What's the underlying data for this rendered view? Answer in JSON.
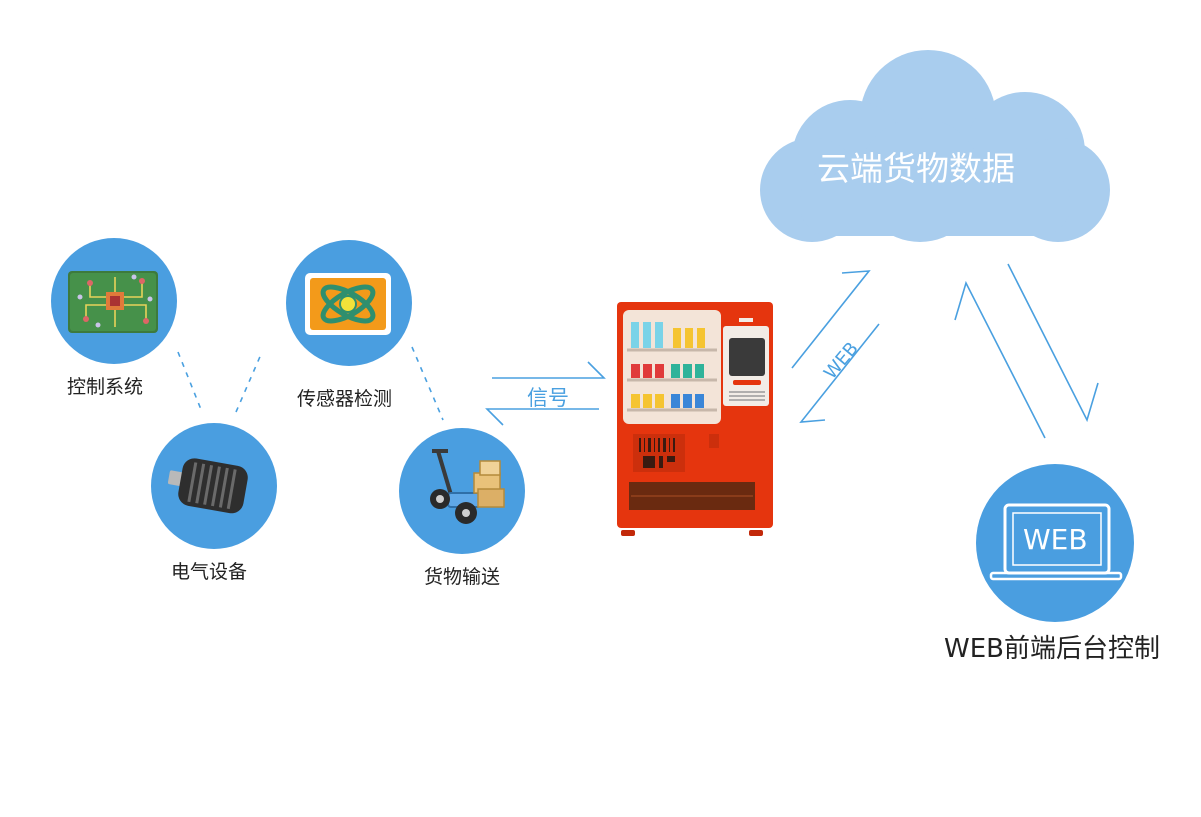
{
  "cloud": {
    "label": "云端货物数据"
  },
  "nodes": {
    "control_system": {
      "label": "控制系统"
    },
    "sensor_detection": {
      "label": "传感器检测"
    },
    "electrical_equipment": {
      "label": "电气设备"
    },
    "goods_transport": {
      "label": "货物输送"
    }
  },
  "signal": {
    "label": "信号"
  },
  "web_link": {
    "label": "WEB"
  },
  "web_backend": {
    "screen_text": "WEB",
    "label": "WEB前端后台控制"
  },
  "colors": {
    "node_blue": "#4a9ee0",
    "cloud_blue": "#a9cdee",
    "machine_red": "#e5350e",
    "line_blue": "#4aa0e0"
  }
}
